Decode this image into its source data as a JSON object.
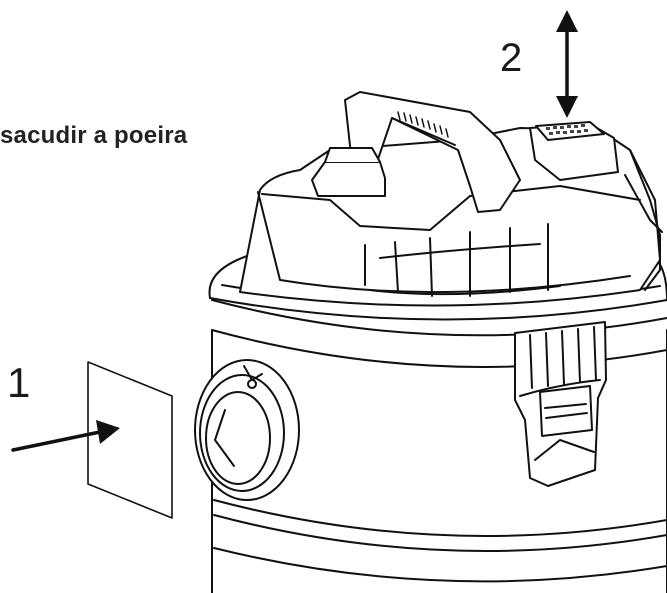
{
  "caption": "sacudir a poeira",
  "steps": [
    {
      "label": "1"
    },
    {
      "label": "2"
    }
  ],
  "colors": {
    "line": "#111111",
    "fill": "#ffffff",
    "filter_texture": "#444444"
  },
  "icons": {
    "step1": "arrow-right-icon",
    "step2": "double-arrow-vertical-icon"
  }
}
